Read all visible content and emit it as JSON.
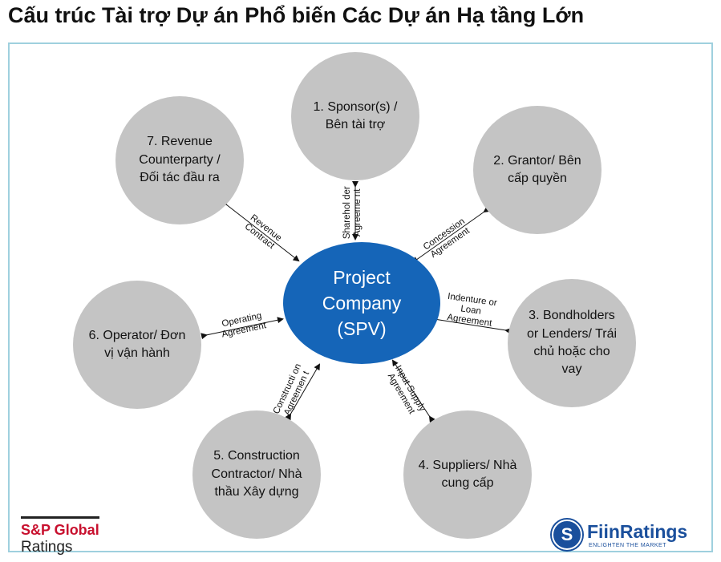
{
  "title": "Cấu trúc Tài trợ Dự án Phổ biến Các Dự án Hạ tầng Lớn",
  "center": {
    "line1": "Project",
    "line2": "Company",
    "line3": "(SPV)"
  },
  "nodes": [
    {
      "label": "1. Sponsor(s) / Bên tài trợ"
    },
    {
      "label": "2. Grantor/ Bên cấp quyền"
    },
    {
      "label": "3. Bondholders or Lenders/ Trái chủ hoặc cho vay"
    },
    {
      "label": "4. Suppliers/ Nhà cung cấp"
    },
    {
      "label": "5. Construction Contractor/ Nhà thầu Xây dựng"
    },
    {
      "label": "6. Operator/ Đơn vị vận hành"
    },
    {
      "label": "7. Revenue Counterparty / Đối tác đầu ra"
    }
  ],
  "agreements": {
    "shareholder": "Sharehol der Agreeme nt",
    "concession": "Concession Agreement",
    "loan": "Indenture or Loan Agreement",
    "supply": "Input Supply Agreement",
    "construction": "Constructi on Agreemen t",
    "operating": "Operating Agreement",
    "revenue": "Revenue Contract"
  },
  "logos": {
    "sp_line1": "S&P Global",
    "sp_line2": "Ratings",
    "fiin_name": "FiinRatings",
    "fiin_tagline": "ENLIGHTEN THE MARKET"
  },
  "colors": {
    "center": "#1565b8",
    "node": "#c4c4c4",
    "frame": "#9fd0de"
  }
}
